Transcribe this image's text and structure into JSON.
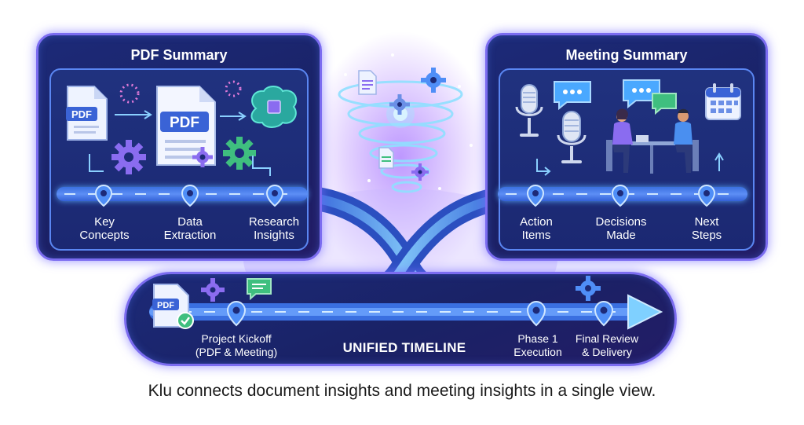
{
  "pdf_panel": {
    "title": "PDF Summary",
    "doc_label_small": "PDF",
    "doc_label_large": "PDF",
    "milestones": [
      {
        "line1": "Key",
        "line2": "Concepts"
      },
      {
        "line1": "Data",
        "line2": "Extraction"
      },
      {
        "line1": "Research",
        "line2": "Insights"
      }
    ]
  },
  "meeting_panel": {
    "title": "Meeting Summary",
    "milestones": [
      {
        "line1": "Action",
        "line2": "Items"
      },
      {
        "line1": "Decisions",
        "line2": "Made"
      },
      {
        "line1": "Next",
        "line2": "Steps"
      }
    ]
  },
  "unified": {
    "title": "UNIFIED TIMELINE",
    "doc_label": "PDF",
    "milestones": [
      {
        "line1": "Project Kickoff",
        "line2": "(PDF & Meeting)"
      },
      {
        "line1": "Phase 1",
        "line2": "Execution"
      },
      {
        "line1": "Final Review",
        "line2": "& Delivery"
      }
    ]
  },
  "caption": "Klu connects document insights and meeting insights in a single view.",
  "colors": {
    "panel_bg": "#1c2a78",
    "panel_border": "#7b6cf0",
    "track": "#4d7ff0",
    "pin": "#4f8ef7",
    "gear": "#8a6cf0",
    "green": "#3fbf7f",
    "brain": "#3fcfc0",
    "swirl": "#7fd4ff"
  }
}
